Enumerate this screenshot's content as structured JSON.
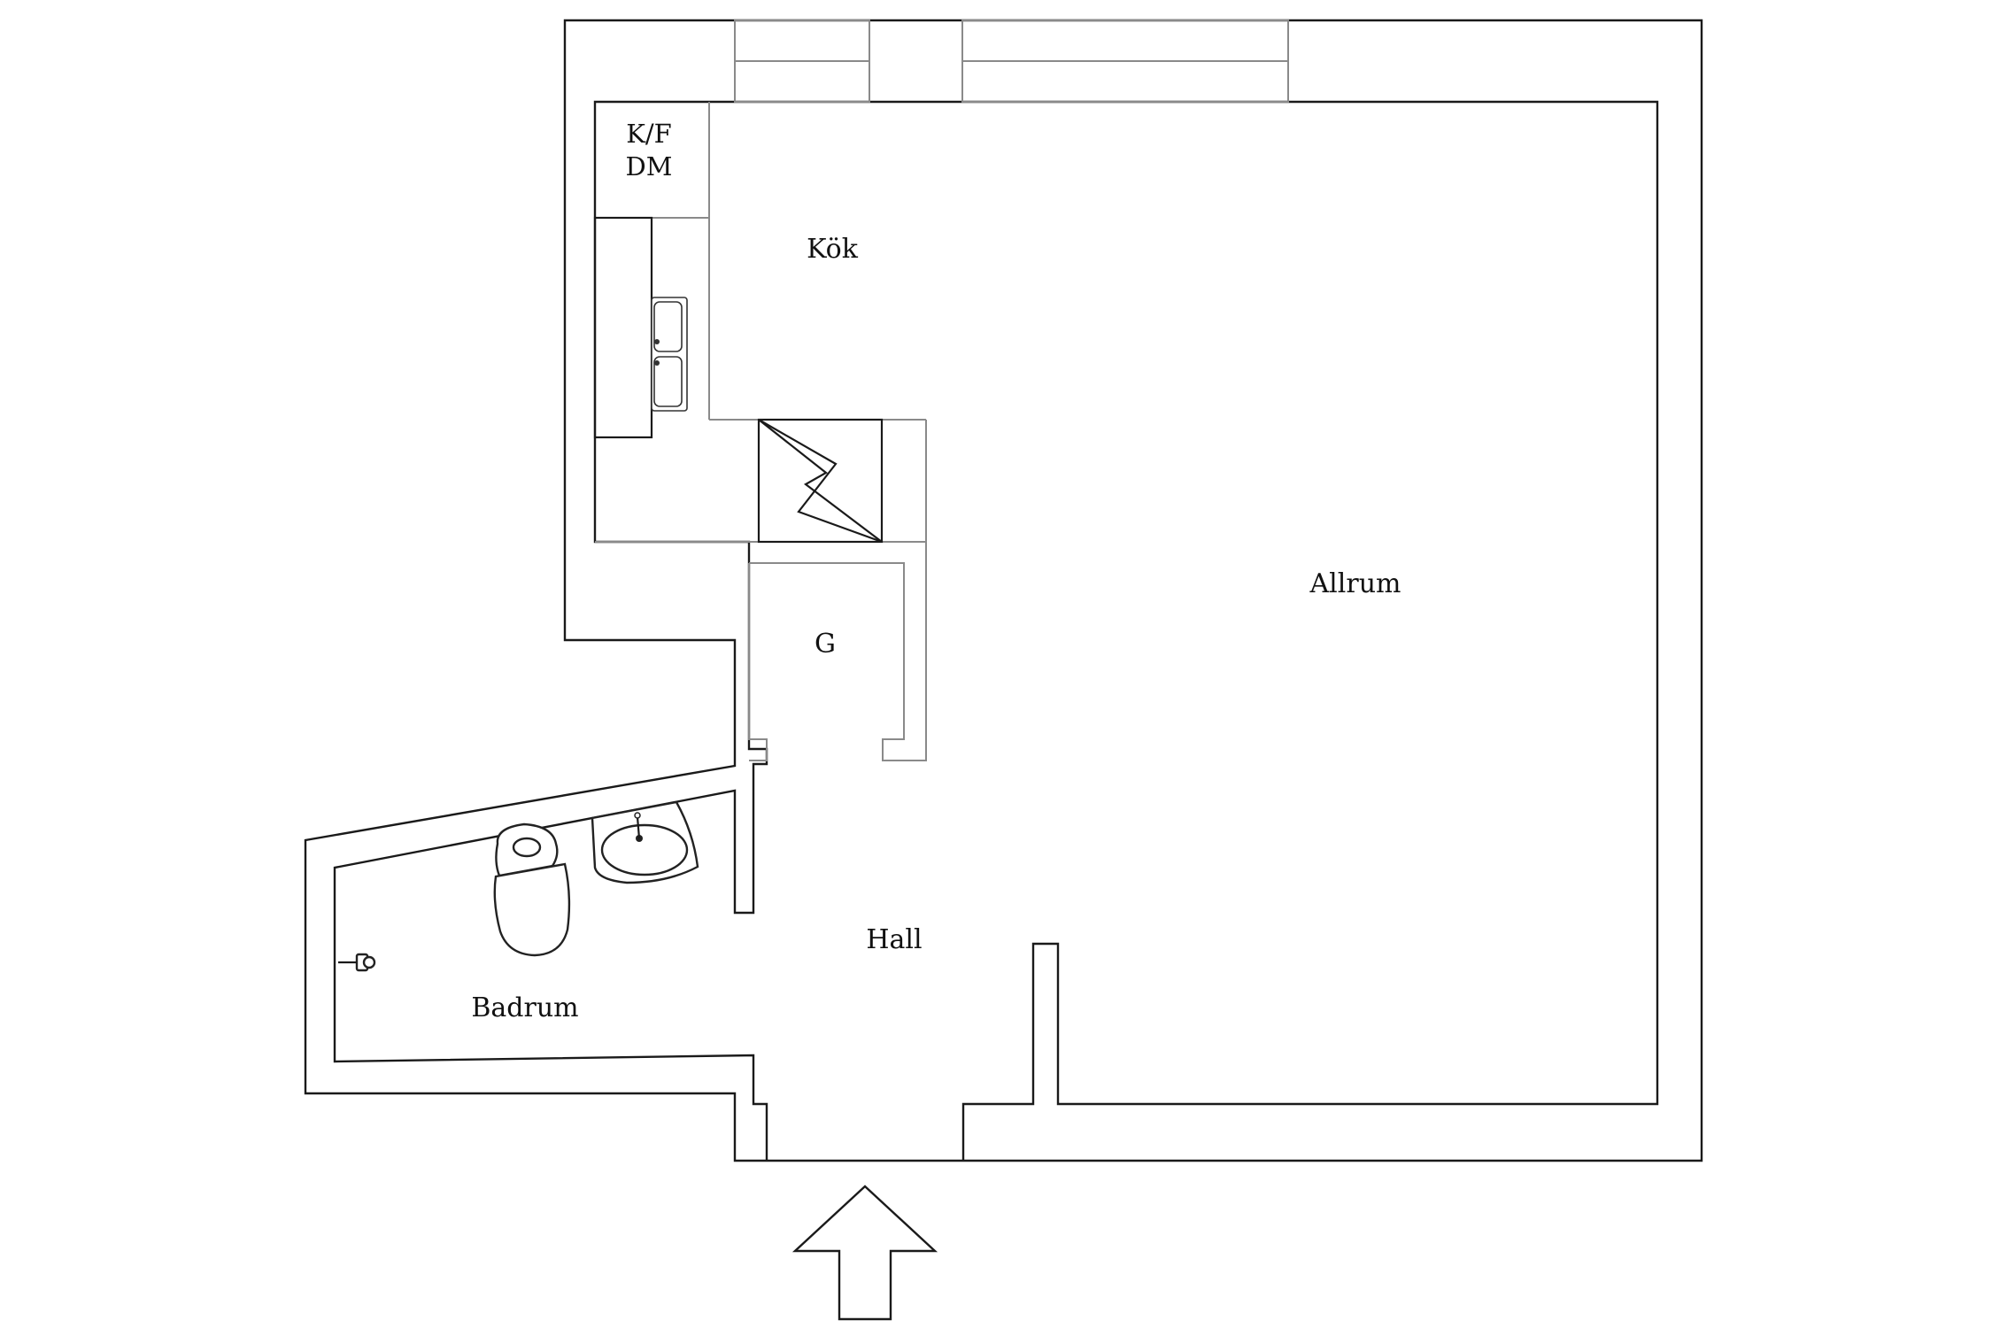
{
  "plan": {
    "rooms": {
      "kok": "Kök",
      "allrum": "Allrum",
      "hall": "Hall",
      "badrum": "Badrum",
      "garderob": "G",
      "kf": "K/F",
      "dm": "DM"
    },
    "icons": {
      "entrance": "entrance-arrow-icon",
      "stove": "chimney-stove-icon",
      "sink": "kitchen-sink-icon",
      "toilet": "toilet-icon",
      "washbasin": "washbasin-icon",
      "tap": "shower-tap-icon"
    }
  }
}
